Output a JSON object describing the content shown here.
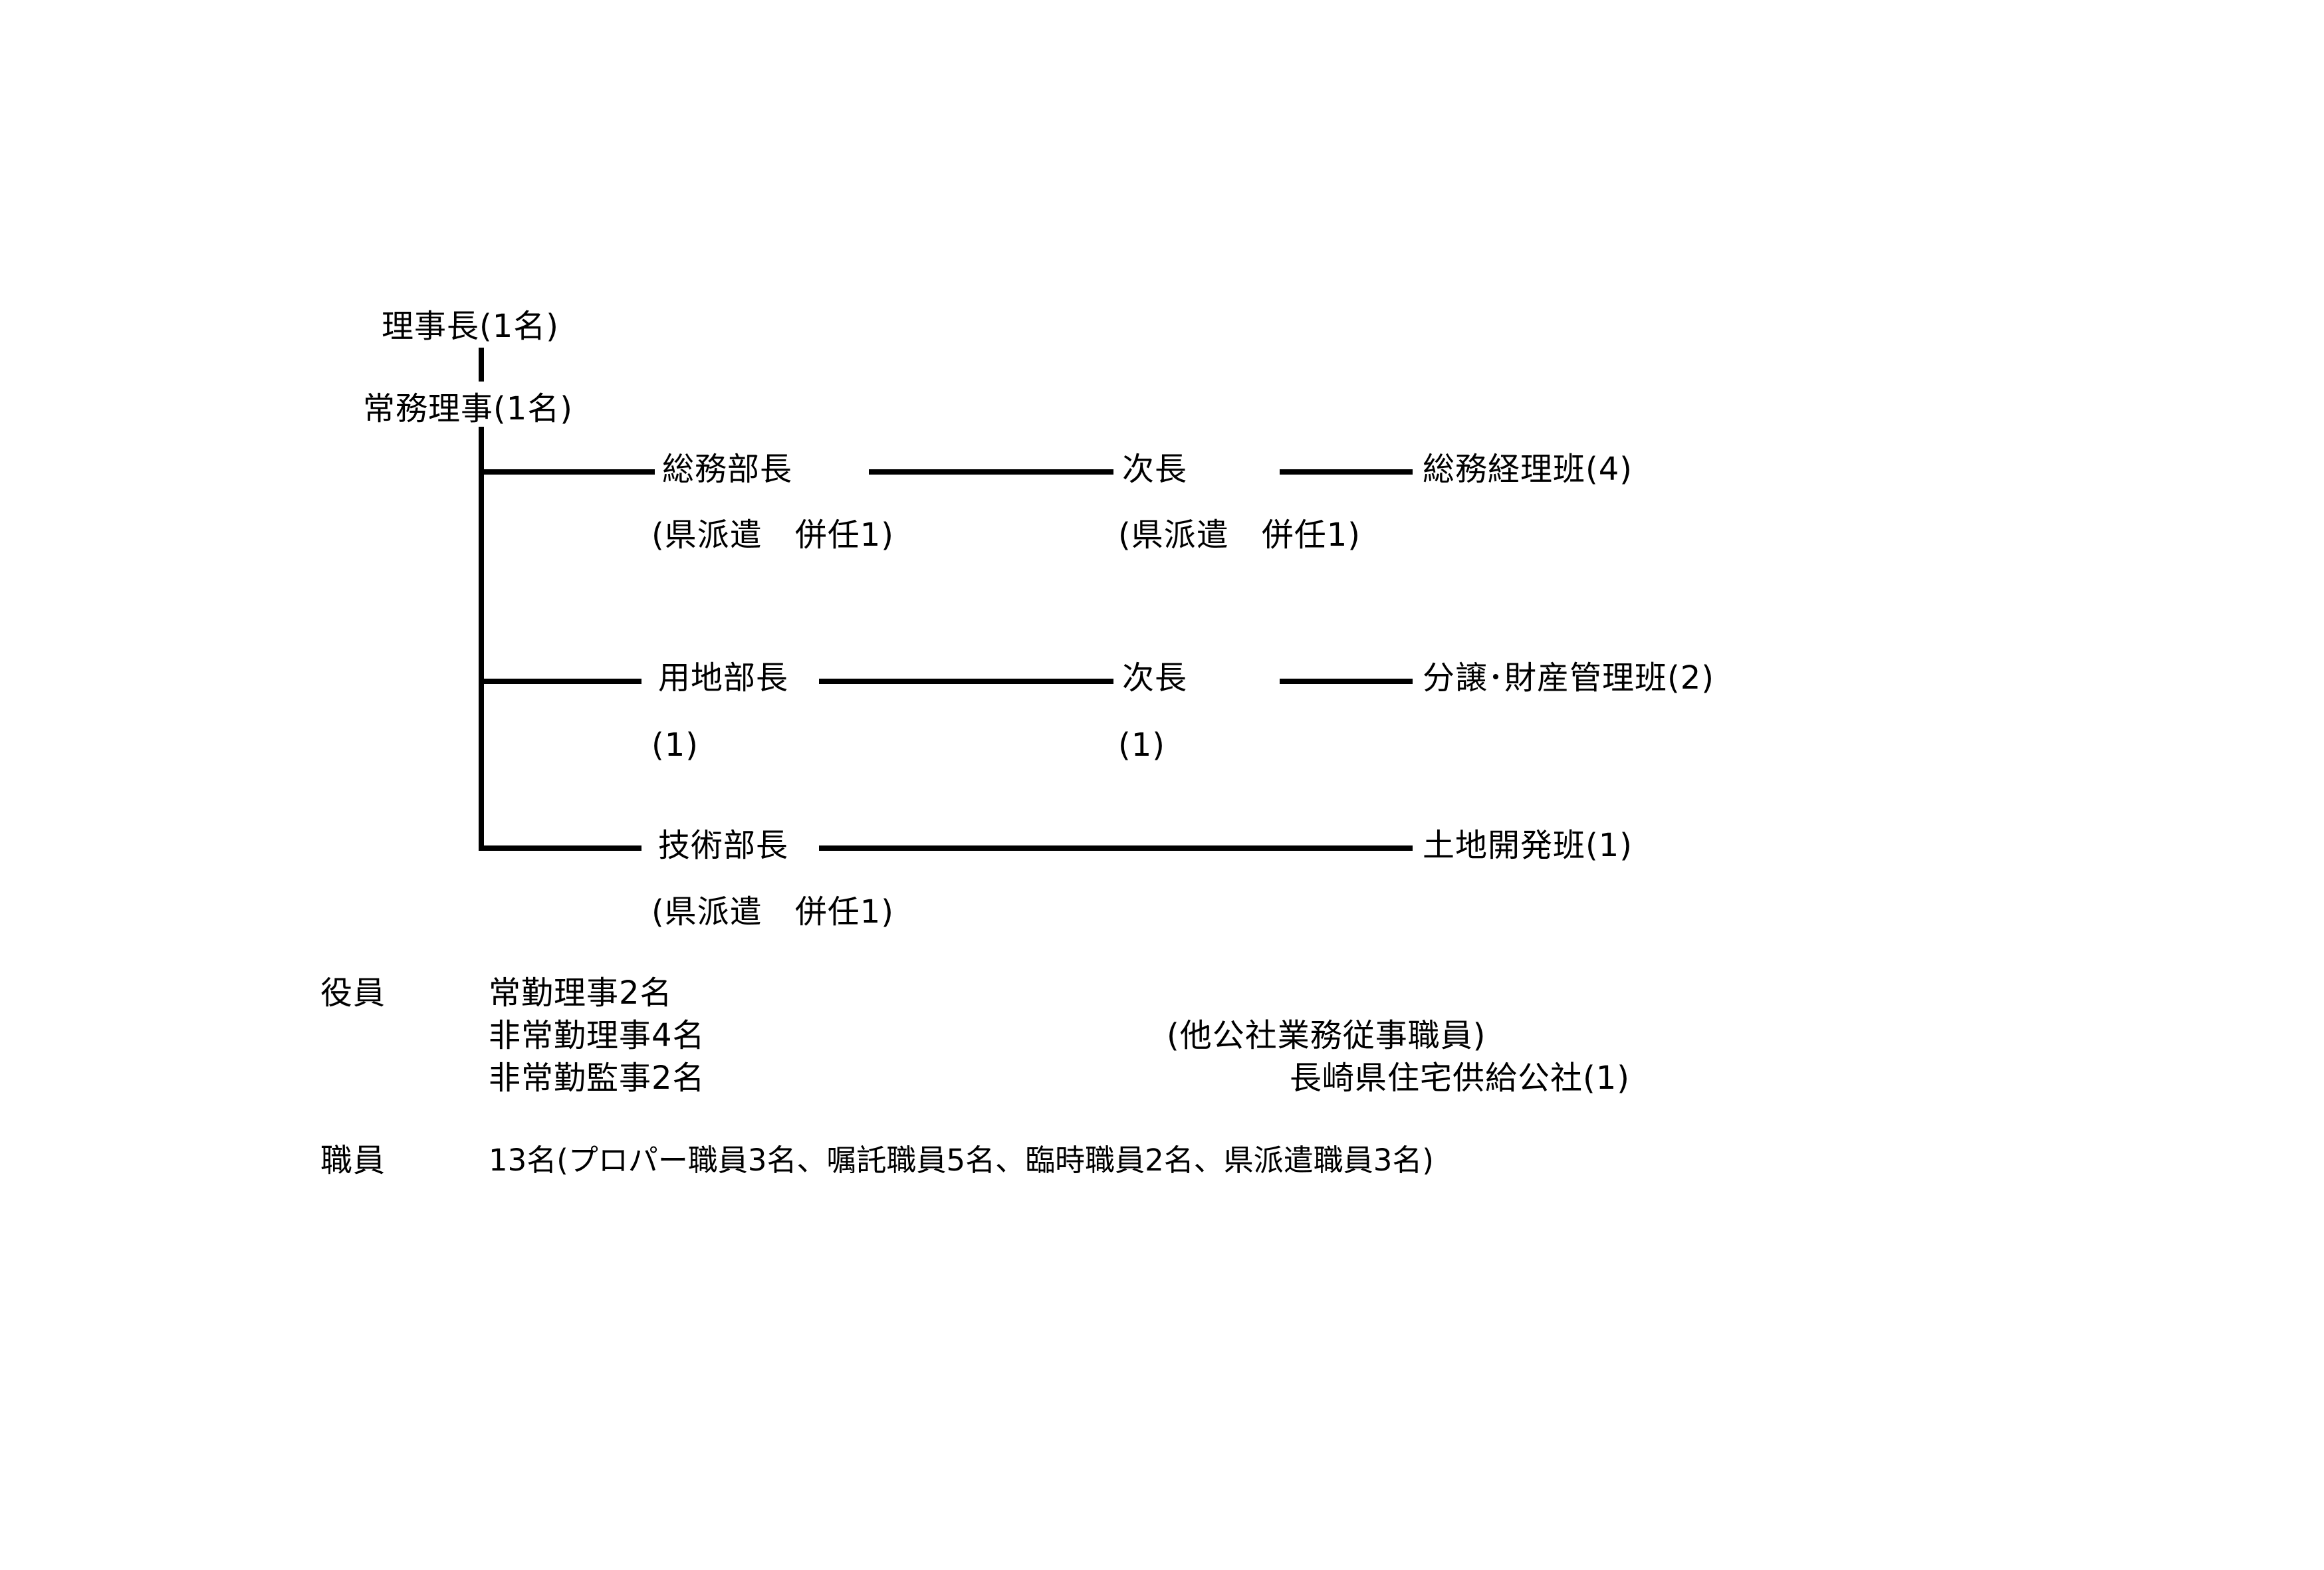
{
  "org_chart": {
    "chairman": "理事長(1名)",
    "executive_director": "常務理事(1名)",
    "divisions": [
      {
        "head": "総務部長",
        "head_note": "(県派遣　併任1)",
        "deputy": "次長",
        "deputy_note": "(県派遣　併任1)",
        "team": "総務経理班(4)"
      },
      {
        "head": "用地部長",
        "head_note": "(1)",
        "deputy": "次長",
        "deputy_note": "(1)",
        "team": "分譲･財産管理班(2)"
      },
      {
        "head": "技術部長",
        "head_note": "(県派遣　併任1)",
        "deputy": "",
        "deputy_note": "",
        "team": "土地開発班(1)"
      }
    ]
  },
  "officers": {
    "label": "役員",
    "lines": [
      "常勤理事2名",
      "非常勤理事4名",
      "非常勤監事2名"
    ],
    "other_heading": "(他公社業務従事職員)",
    "other_detail": "長崎県住宅供給公社(1)"
  },
  "staff": {
    "label": "職員",
    "detail": "13名(プロパー職員3名、嘱託職員5名、臨時職員2名、県派遣職員3名)"
  },
  "colors": {
    "line": "#000000",
    "text": "#000000",
    "background": "#ffffff"
  }
}
